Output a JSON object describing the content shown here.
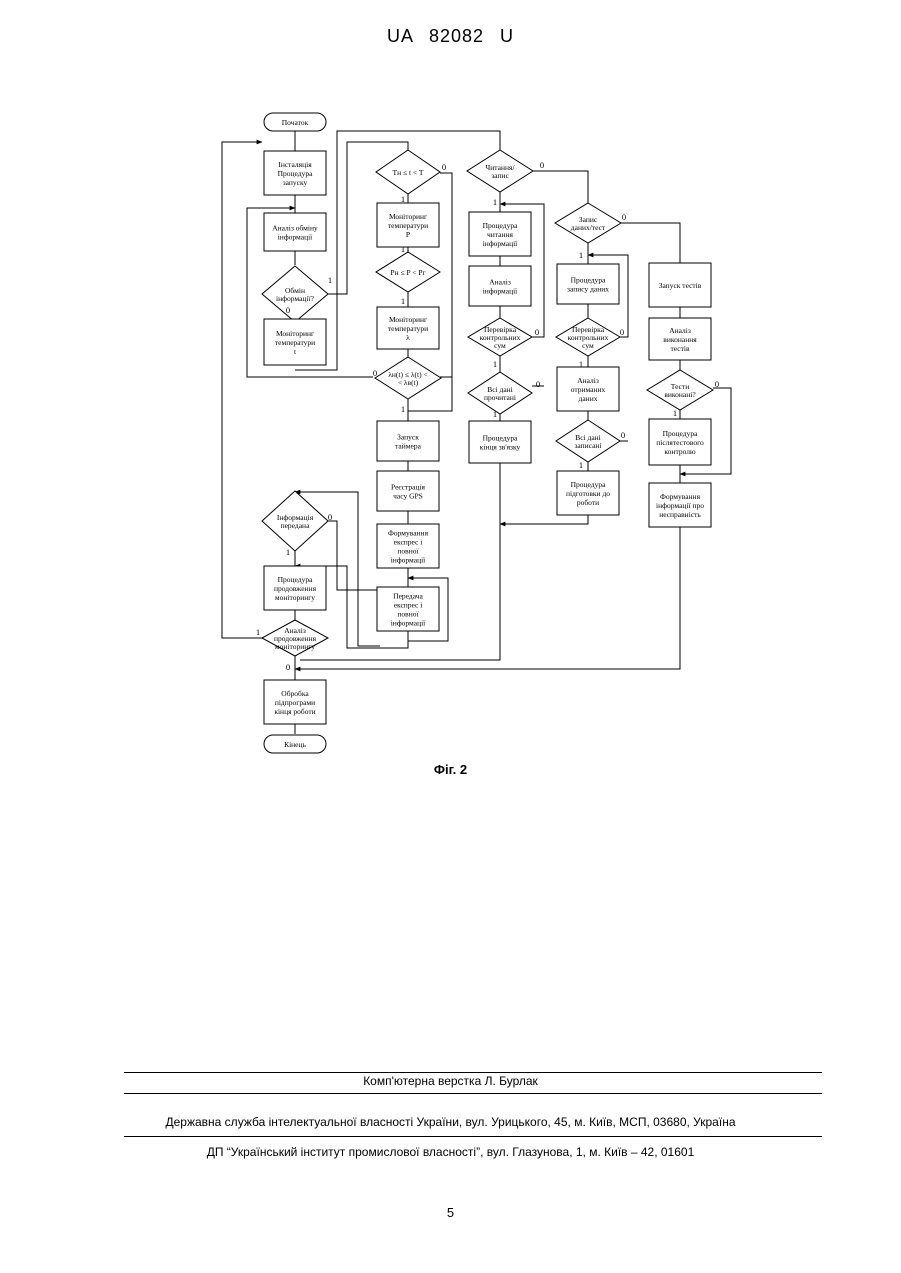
{
  "header": {
    "doc_number": "UA   82082   U"
  },
  "flowchart": {
    "start": "Початок",
    "end": "Кінець",
    "col1": {
      "init": [
        "Інсталяція",
        "Процедура",
        "запуску"
      ],
      "analysis": [
        "Аналіз обміну",
        "інформації"
      ],
      "exchange_decision": [
        "Обмін",
        "інформації?"
      ],
      "temp_monitor": [
        "Моніторинг",
        "температури",
        "t"
      ]
    },
    "col2": {
      "cond_t": "Tн ≤ t < T",
      "temp_p": [
        "Моніторинг",
        "температури",
        "P"
      ],
      "cond_p": "Pн ≤ P < Pг",
      "temp_l": [
        "Моніторинг",
        "температури",
        "λ"
      ],
      "cond_l": [
        "λн(t) ≤ λ(t) <",
        "< λв(t)"
      ],
      "timer": [
        "Запуск",
        "таймера"
      ],
      "gps": [
        "Реєстрація",
        "часу GPS"
      ],
      "form_info": [
        "Формування",
        "експрес і",
        "повної",
        "інформації"
      ],
      "send_info": [
        "Передача",
        "експрес і",
        "повної",
        "інформації"
      ]
    },
    "col3": {
      "read_write": [
        "Читання/",
        "запис"
      ],
      "read_proc": [
        "Процедура",
        "читання",
        "інформації"
      ],
      "analysis": [
        "Аналіз",
        "інформації"
      ],
      "checksum": [
        "Перевірка",
        "контрольних",
        "сум"
      ],
      "all_read": [
        "Всі дані",
        "прочитані"
      ],
      "end_conn": [
        "Процедура",
        "кінця зв'язку"
      ]
    },
    "col4": {
      "write_test": [
        "Запис",
        "даних/тест"
      ],
      "write_proc": [
        "Процедура",
        "запису даних"
      ],
      "checksum": [
        "Перевірка",
        "контрольних",
        "сум"
      ],
      "analysis": [
        "Аналіз",
        "отриманих",
        "даних"
      ],
      "all_written": [
        "Всі дані",
        "записані"
      ],
      "prepare": [
        "Процедура",
        "підготовки до",
        "роботи"
      ]
    },
    "col5": {
      "run_tests": "Запуск тестів",
      "analysis": [
        "Аналіз",
        "виконання",
        "тестів"
      ],
      "tests_done": [
        "Тести",
        "виконані?"
      ],
      "post_test": [
        "Процедура",
        "післятестового",
        "контролю"
      ],
      "fault_info": [
        "Формування",
        "інформації про",
        "несправність"
      ]
    },
    "bottom": {
      "info_sent": [
        "Інформація",
        "передана"
      ],
      "continue_proc": [
        "Процедура",
        "продовження",
        "моніторингу"
      ],
      "continue_analysis": [
        "Аналіз",
        "продовження",
        "моніторингу"
      ],
      "finish_proc": [
        "Обробка",
        "підпрограми",
        "кінця роботи"
      ]
    },
    "labels": {
      "yes": "1",
      "no": "0"
    }
  },
  "caption": "Фіг. 2",
  "footer": {
    "layout_credit": "Комп'ютерна верстка Л. Бурлак",
    "agency": "Державна служба інтелектуальної власності України, вул. Урицького, 45, м. Київ, МСП, 03680, Україна",
    "institute": "ДП “Український інститут промислової власності”, вул. Глазунова, 1, м. Київ – 42, 01601"
  },
  "page_number": "5"
}
